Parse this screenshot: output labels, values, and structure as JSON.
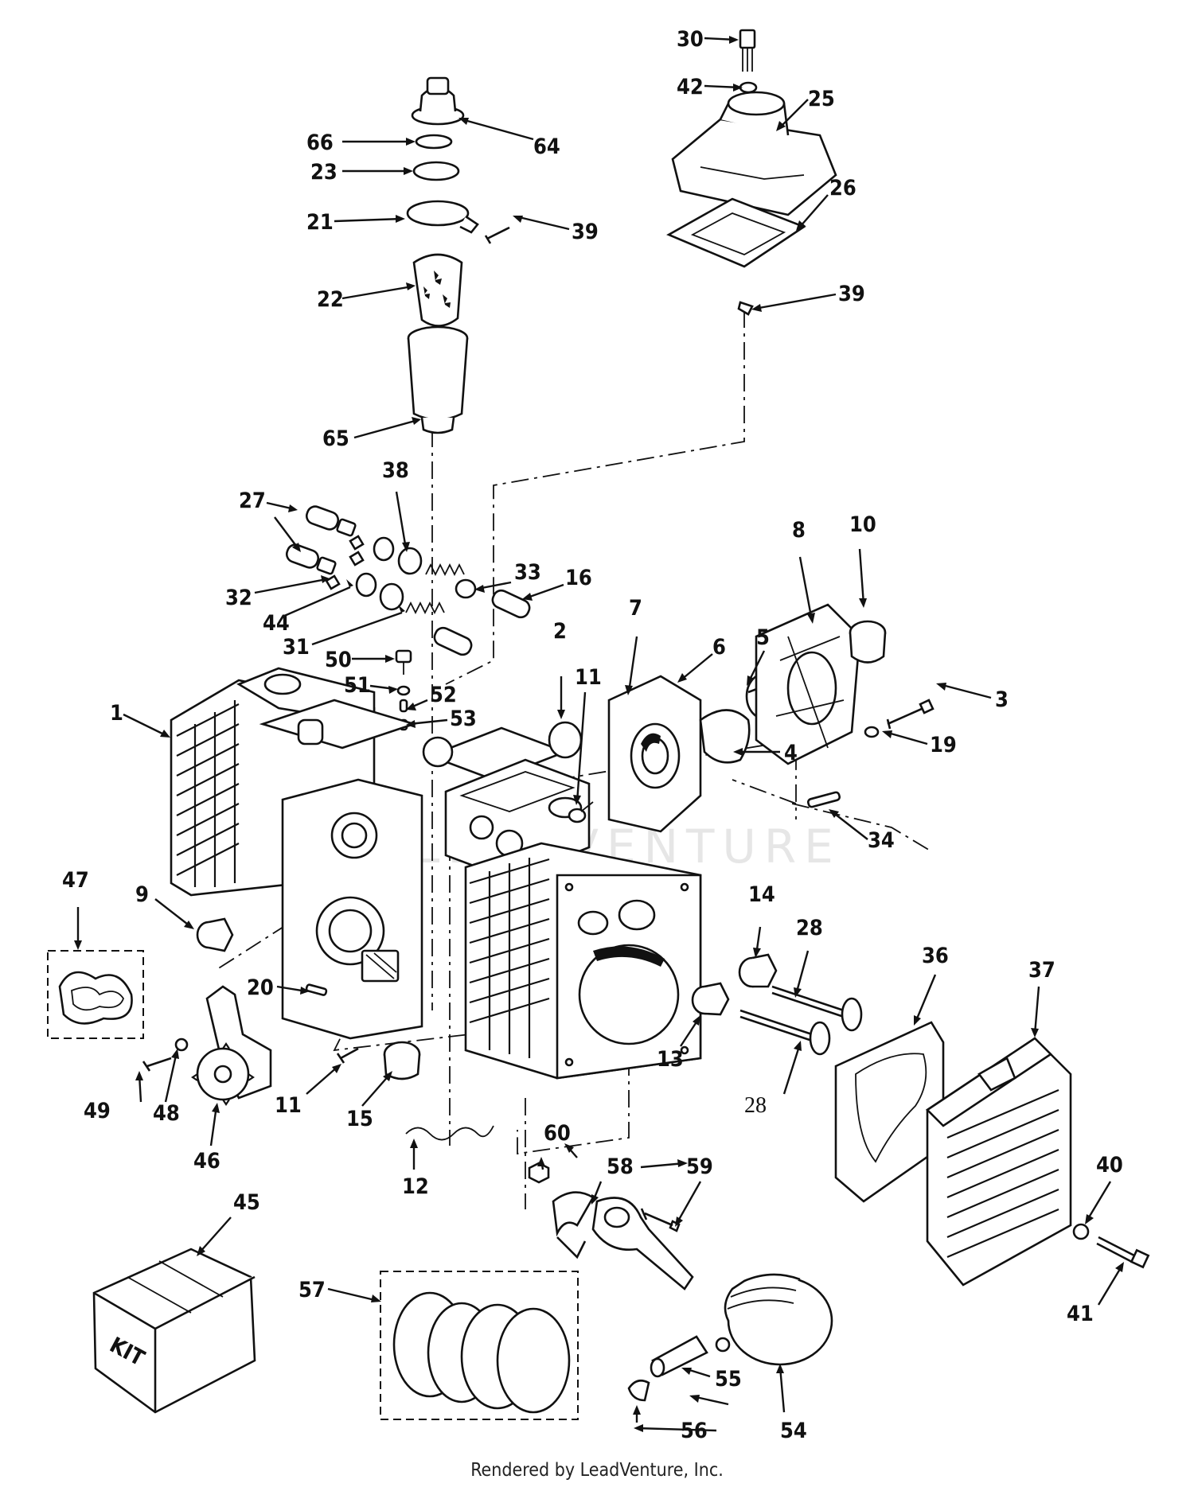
{
  "footer_text": "Rendered by LeadVenture, Inc.",
  "corner_code": "",
  "part_labels": [
    {
      "id": "lbl-30",
      "text": "30"
    },
    {
      "id": "lbl-42",
      "text": "42"
    },
    {
      "id": "lbl-25",
      "text": "25"
    },
    {
      "id": "lbl-26",
      "text": "26"
    },
    {
      "id": "lbl-39a",
      "text": "39"
    },
    {
      "id": "lbl-64",
      "text": "64"
    },
    {
      "id": "lbl-66",
      "text": "66"
    },
    {
      "id": "lbl-23",
      "text": "23"
    },
    {
      "id": "lbl-21",
      "text": "21"
    },
    {
      "id": "lbl-39b",
      "text": "39"
    },
    {
      "id": "lbl-22",
      "text": "22"
    },
    {
      "id": "lbl-65",
      "text": "65"
    },
    {
      "id": "lbl-38",
      "text": "38"
    },
    {
      "id": "lbl-27",
      "text": "27"
    },
    {
      "id": "lbl-33",
      "text": "33"
    },
    {
      "id": "lbl-16",
      "text": "16"
    },
    {
      "id": "lbl-32",
      "text": "32"
    },
    {
      "id": "lbl-44",
      "text": "44"
    },
    {
      "id": "lbl-31",
      "text": "31"
    },
    {
      "id": "lbl-50",
      "text": "50"
    },
    {
      "id": "lbl-51",
      "text": "51"
    },
    {
      "id": "lbl-52",
      "text": "52"
    },
    {
      "id": "lbl-53",
      "text": "53"
    },
    {
      "id": "lbl-1",
      "text": "1"
    },
    {
      "id": "lbl-2",
      "text": "2"
    },
    {
      "id": "lbl-11a",
      "text": "11"
    },
    {
      "id": "lbl-7",
      "text": "7"
    },
    {
      "id": "lbl-6",
      "text": "6"
    },
    {
      "id": "lbl-5",
      "text": "5"
    },
    {
      "id": "lbl-8",
      "text": "8"
    },
    {
      "id": "lbl-10",
      "text": "10"
    },
    {
      "id": "lbl-3",
      "text": "3"
    },
    {
      "id": "lbl-19",
      "text": "19"
    },
    {
      "id": "lbl-4",
      "text": "4"
    },
    {
      "id": "lbl-34",
      "text": "34"
    },
    {
      "id": "lbl-47",
      "text": "47"
    },
    {
      "id": "lbl-9",
      "text": "9"
    },
    {
      "id": "lbl-14",
      "text": "14"
    },
    {
      "id": "lbl-28a",
      "text": "28"
    },
    {
      "id": "lbl-36",
      "text": "36"
    },
    {
      "id": "lbl-37",
      "text": "37"
    },
    {
      "id": "lbl-20",
      "text": "20"
    },
    {
      "id": "lbl-13",
      "text": "13"
    },
    {
      "id": "lbl-11b",
      "text": "11"
    },
    {
      "id": "lbl-15",
      "text": "15"
    },
    {
      "id": "lbl-49",
      "text": "49"
    },
    {
      "id": "lbl-48",
      "text": "48"
    },
    {
      "id": "lbl-46",
      "text": "46"
    },
    {
      "id": "lbl-12",
      "text": "12"
    },
    {
      "id": "lbl-60",
      "text": "60"
    },
    {
      "id": "lbl-58",
      "text": "58"
    },
    {
      "id": "lbl-59",
      "text": "59"
    },
    {
      "id": "lbl-40",
      "text": "40"
    },
    {
      "id": "lbl-41",
      "text": "41"
    },
    {
      "id": "lbl-45",
      "text": "45"
    },
    {
      "id": "lbl-57",
      "text": "57"
    },
    {
      "id": "lbl-55",
      "text": "55"
    },
    {
      "id": "lbl-56",
      "text": "56"
    },
    {
      "id": "lbl-54",
      "text": "54"
    }
  ],
  "serif_label": "28",
  "kit_text": "KIT",
  "watermark_text": "LEADVENTURE"
}
